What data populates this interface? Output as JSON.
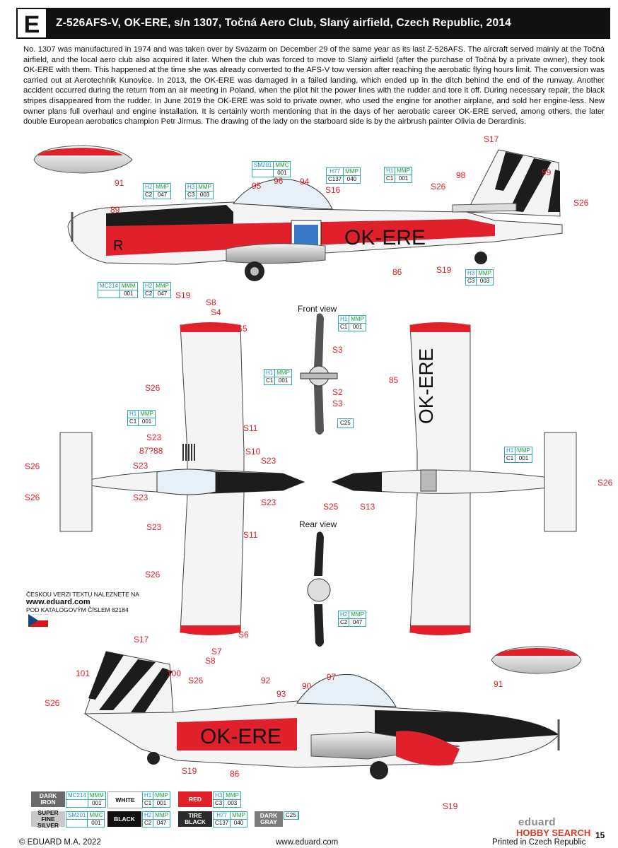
{
  "header": {
    "letter": "E",
    "title": "Z-526AFS-V, OK-ERE, s/n 1307, Točná Aero Club, Slaný airfield, Czech Republic, 2014"
  },
  "description": "No. 1307 was manufactured in 1974 and was taken over by Svazarm on December 29 of the same year as its last Z-526AFS. The aircraft served mainly at the Točná airfield, and the local aero club also acquired it later. When the club was forced to move to Slaný airfield (after the purchase of Točná by a private owner), they took OK-ERE with them. This happened at the time she was already converted to the AFS-V tow version after reaching the aerobatic flying hours limit. The conversion was carried out at Aerotechnik Kunovice. In 2013, the OK-ERE was damaged in a failed landing, which ended up in the ditch behind the end of the runway. Another accident occurred during the return from an air meeting in Poland, when the pilot hit the power lines with the rudder and tore it off. During necessary repair, the black stripes disappeared from the rudder. In June 2019 the OK-ERE was sold to private owner, who used the engine for another airplane, and sold her engine-less. New owner plans full overhaul and engine installation. It is certainly worth mentioning that in the days of her aerobatic career OK-ERE served, among others, the later double European aerobatics champion Petr Jirmus. The drawing of the lady on the starboard side is by the airbrush painter Olivia de Derardinis.",
  "registration": "OK-ERE",
  "fuselage_letter": "R",
  "views": {
    "front": "Front view",
    "rear": "Rear view"
  },
  "callouts": {
    "c91a": "91",
    "c95": "95",
    "c96": "96",
    "c94": "94",
    "cS16": "S16",
    "c98": "98",
    "c99": "99",
    "cS17a": "S17",
    "cS26a": "S26",
    "cS26b": "S26",
    "c89": "89",
    "c86a": "86",
    "cS19a": "S19",
    "cS19b": "S19",
    "cS8a": "S8",
    "cS4": "S4",
    "cS5": "S5",
    "cS26c": "S26",
    "cS23a": "S23",
    "cS11a": "S11",
    "c8788": "87?88",
    "cS10": "S10",
    "cS23b": "S23",
    "cS23c": "S23",
    "cS26d": "S26",
    "cS26e": "S26",
    "cS23d": "S23",
    "cS23e": "S23",
    "cS23f": "S23",
    "cS11b": "S11",
    "cS26f": "S26",
    "cS3a": "S3",
    "cS2": "S2",
    "cS3b": "S3",
    "c85": "85",
    "cS26g": "S26",
    "cS25": "S25",
    "cS13": "S13",
    "cS6": "S6",
    "cS7": "S7",
    "cS8b": "S8",
    "cS17b": "S17",
    "c101": "101",
    "c100": "100",
    "cS26h": "S26",
    "cS26i": "S26",
    "c92": "92",
    "c93": "93",
    "c90": "90",
    "c97": "97",
    "c91b": "91",
    "cS19c": "S19",
    "c86b": "86",
    "cS19d": "S19"
  },
  "paint_codes": {
    "sm201": {
      "code": "SM201",
      "m": "MMC",
      "n": "001"
    },
    "h77": {
      "h": "H77",
      "m": "MMP",
      "c": "C137",
      "n": "040"
    },
    "h1a": {
      "h": "H1",
      "m": "MMP",
      "c": "C1",
      "n": "001"
    },
    "h2a": {
      "h": "H2",
      "m": "MMP",
      "c": "C2",
      "n": "047"
    },
    "h3a": {
      "h": "H3",
      "m": "MMP",
      "c": "C3",
      "n": "003"
    },
    "mc214": {
      "code": "MC214",
      "m": "MMM",
      "n": "001"
    },
    "h2b": {
      "h": "H2",
      "m": "MMP",
      "c": "C2",
      "n": "047"
    },
    "h3b": {
      "h": "H3",
      "m": "MMP",
      "c": "C3",
      "n": "003"
    },
    "h1b": {
      "h": "H1",
      "m": "MMP",
      "c": "C1",
      "n": "001"
    },
    "h1c": {
      "h": "H1",
      "m": "MMP",
      "c": "C1",
      "n": "001"
    },
    "h1d": {
      "h": "H1",
      "m": "MMP",
      "c": "C1",
      "n": "001"
    },
    "c25": {
      "c": "C25"
    },
    "h1e": {
      "h": "H1",
      "m": "MMP",
      "c": "C1",
      "n": "001"
    },
    "h2c": {
      "h": "H2",
      "m": "MMP",
      "c": "C2",
      "n": "047"
    }
  },
  "czech_note": {
    "line1": "ČESKOU VERZI TEXTU NALEZNETE NA",
    "url": "www.eduard.com",
    "line3": "POD KATALOGOVÝM ČÍSLEM 82184"
  },
  "legend": [
    {
      "name": "DARK IRON",
      "code": "MC214",
      "m": "MMM",
      "n": "001",
      "bg": "#6a6a6a",
      "fg": "#ffffff"
    },
    {
      "name": "WHITE",
      "h": "H1",
      "m": "MMP",
      "c": "C1",
      "n": "001",
      "bg": "#ffffff",
      "fg": "#111111"
    },
    {
      "name": "RED",
      "h": "H3",
      "m": "MMP",
      "c": "C3",
      "n": "003",
      "bg": "#e0202a",
      "fg": "#ffffff"
    },
    {
      "name": "SUPER FINE SILVER",
      "code": "SM201",
      "m": "MMC",
      "n": "001",
      "bg": "#c8c8c8",
      "fg": "#111111"
    },
    {
      "name": "BLACK",
      "h": "H2",
      "m": "MMP",
      "c": "C2",
      "n": "047",
      "bg": "#111111",
      "fg": "#ffffff"
    },
    {
      "name": "TIRE BLACK",
      "h": "H77",
      "m": "MMP",
      "c": "C137",
      "n": "040",
      "bg": "#2a2a2a",
      "fg": "#ffffff"
    },
    {
      "name": "DARK GRAY",
      "c": "C25",
      "bg": "#7c7c7c",
      "fg": "#ffffff"
    }
  ],
  "footer": {
    "copyright": "© EDUARD M.A. 2022",
    "site": "www.eduard.com",
    "printed": "Printed in Czech Republic",
    "page": "15",
    "brand": "eduard",
    "watermark": "HOBBY SEARCH"
  },
  "colors": {
    "red": "#e0202a",
    "black": "#111111",
    "white": "#f6f6f6",
    "silver": "#c8c8c8"
  }
}
